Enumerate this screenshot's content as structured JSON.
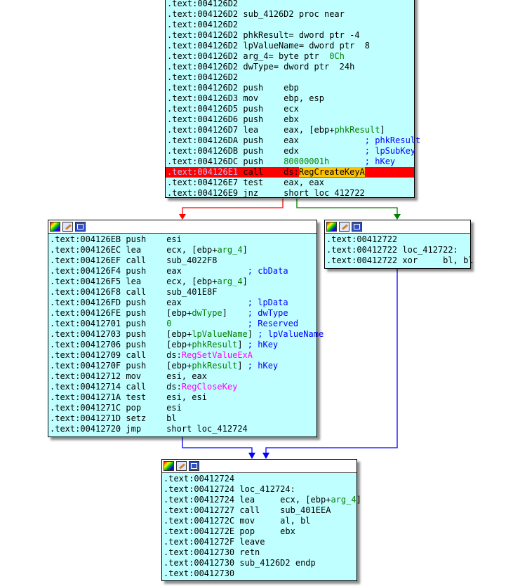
{
  "nodes": {
    "top": {
      "lines": [
        {
          "addr": ".text:004126D2",
          "seg": []
        },
        {
          "addr": ".text:004126D2",
          "seg": [
            {
              "t": " sub_4126D2 proc near",
              "c": ""
            }
          ]
        },
        {
          "addr": ".text:004126D2",
          "seg": []
        },
        {
          "addr": ".text:004126D2",
          "seg": [
            {
              "t": " phkResult= dword ptr -4",
              "c": ""
            }
          ]
        },
        {
          "addr": ".text:004126D2",
          "seg": [
            {
              "t": " lpValueName= dword ptr  8",
              "c": ""
            }
          ]
        },
        {
          "addr": ".text:004126D2",
          "seg": [
            {
              "t": " arg_4= byte ptr  ",
              "c": ""
            },
            {
              "t": "0Ch",
              "c": "green"
            }
          ]
        },
        {
          "addr": ".text:004126D2",
          "seg": [
            {
              "t": " dwType= dword ptr  24h",
              "c": ""
            }
          ]
        },
        {
          "addr": ".text:004126D2",
          "seg": []
        },
        {
          "addr": ".text:004126D2",
          "seg": [
            {
              "t": " push    ebp",
              "c": ""
            }
          ]
        },
        {
          "addr": ".text:004126D3",
          "seg": [
            {
              "t": " mov     ebp, esp",
              "c": ""
            }
          ]
        },
        {
          "addr": ".text:004126D5",
          "seg": [
            {
              "t": " push    ecx",
              "c": ""
            }
          ]
        },
        {
          "addr": ".text:004126D6",
          "seg": [
            {
              "t": " push    ebx",
              "c": ""
            }
          ]
        },
        {
          "addr": ".text:004126D7",
          "seg": [
            {
              "t": " lea     eax, [ebp+",
              "c": ""
            },
            {
              "t": "phkResult",
              "c": "green"
            },
            {
              "t": "]",
              "c": ""
            }
          ]
        },
        {
          "addr": ".text:004126DA",
          "seg": [
            {
              "t": " push    eax             ",
              "c": ""
            },
            {
              "t": "; phkResult",
              "c": "blue"
            }
          ]
        },
        {
          "addr": ".text:004126DB",
          "seg": [
            {
              "t": " push    edx             ",
              "c": ""
            },
            {
              "t": "; lpSubKey",
              "c": "blue"
            }
          ]
        },
        {
          "addr": ".text:004126DC",
          "seg": [
            {
              "t": " push    ",
              "c": ""
            },
            {
              "t": "80000001h",
              "c": "green"
            },
            {
              "t": "       ",
              "c": ""
            },
            {
              "t": "; hKey",
              "c": "blue"
            }
          ]
        },
        {
          "addr": ".text:004126E1",
          "hl": true,
          "seg": [
            {
              "t": " call    ds:",
              "c": ""
            },
            {
              "t": "RegCreateKeyA",
              "c": "hlfunc"
            }
          ]
        },
        {
          "addr": ".text:004126E7",
          "seg": [
            {
              "t": " test    eax, eax",
              "c": ""
            }
          ]
        },
        {
          "addr": ".text:004126E9",
          "seg": [
            {
              "t": " jnz     short loc_412722",
              "c": ""
            }
          ]
        }
      ]
    },
    "left": {
      "lines": [
        {
          "addr": ".text:004126EB",
          "seg": [
            {
              "t": " push    esi",
              "c": ""
            }
          ]
        },
        {
          "addr": ".text:004126EC",
          "seg": [
            {
              "t": " lea     ecx, [ebp+",
              "c": ""
            },
            {
              "t": "arg_4",
              "c": "green"
            },
            {
              "t": "]",
              "c": ""
            }
          ]
        },
        {
          "addr": ".text:004126EF",
          "seg": [
            {
              "t": " call    sub_4022F8",
              "c": ""
            }
          ]
        },
        {
          "addr": ".text:004126F4",
          "seg": [
            {
              "t": " push    eax             ",
              "c": ""
            },
            {
              "t": "; cbData",
              "c": "blue"
            }
          ]
        },
        {
          "addr": ".text:004126F5",
          "seg": [
            {
              "t": " lea     ecx, [ebp+",
              "c": ""
            },
            {
              "t": "arg_4",
              "c": "green"
            },
            {
              "t": "]",
              "c": ""
            }
          ]
        },
        {
          "addr": ".text:004126F8",
          "seg": [
            {
              "t": " call    sub_401E8F",
              "c": ""
            }
          ]
        },
        {
          "addr": ".text:004126FD",
          "seg": [
            {
              "t": " push    eax             ",
              "c": ""
            },
            {
              "t": "; lpData",
              "c": "blue"
            }
          ]
        },
        {
          "addr": ".text:004126FE",
          "seg": [
            {
              "t": " push    [ebp+",
              "c": ""
            },
            {
              "t": "dwType",
              "c": "green"
            },
            {
              "t": "]    ",
              "c": ""
            },
            {
              "t": "; dwType",
              "c": "blue"
            }
          ]
        },
        {
          "addr": ".text:00412701",
          "seg": [
            {
              "t": " push    ",
              "c": ""
            },
            {
              "t": "0",
              "c": "green"
            },
            {
              "t": "               ",
              "c": ""
            },
            {
              "t": "; Reserved",
              "c": "blue"
            }
          ]
        },
        {
          "addr": ".text:00412703",
          "seg": [
            {
              "t": " push    [ebp+",
              "c": ""
            },
            {
              "t": "lpValueName",
              "c": "green"
            },
            {
              "t": "] ",
              "c": ""
            },
            {
              "t": "; lpValueName",
              "c": "blue"
            }
          ]
        },
        {
          "addr": ".text:00412706",
          "seg": [
            {
              "t": " push    [ebp+",
              "c": ""
            },
            {
              "t": "phkResult",
              "c": "green"
            },
            {
              "t": "] ",
              "c": ""
            },
            {
              "t": "; hKey",
              "c": "blue"
            }
          ]
        },
        {
          "addr": ".text:00412709",
          "seg": [
            {
              "t": " call    ds:",
              "c": ""
            },
            {
              "t": "RegSetValueExA",
              "c": "pink"
            }
          ]
        },
        {
          "addr": ".text:0041270F",
          "seg": [
            {
              "t": " push    [ebp+",
              "c": ""
            },
            {
              "t": "phkResult",
              "c": "green"
            },
            {
              "t": "] ",
              "c": ""
            },
            {
              "t": "; hKey",
              "c": "blue"
            }
          ]
        },
        {
          "addr": ".text:00412712",
          "seg": [
            {
              "t": " mov     esi, eax",
              "c": ""
            }
          ]
        },
        {
          "addr": ".text:00412714",
          "seg": [
            {
              "t": " call    ds:",
              "c": ""
            },
            {
              "t": "RegCloseKey",
              "c": "pink"
            }
          ]
        },
        {
          "addr": ".text:0041271A",
          "seg": [
            {
              "t": " test    esi, esi",
              "c": ""
            }
          ]
        },
        {
          "addr": ".text:0041271C",
          "seg": [
            {
              "t": " pop     esi",
              "c": ""
            }
          ]
        },
        {
          "addr": ".text:0041271D",
          "seg": [
            {
              "t": " setz    bl",
              "c": ""
            }
          ]
        },
        {
          "addr": ".text:00412720",
          "seg": [
            {
              "t": " jmp     short loc_412724",
              "c": ""
            }
          ]
        }
      ]
    },
    "right": {
      "lines": [
        {
          "addr": ".text:00412722",
          "seg": []
        },
        {
          "addr": ".text:00412722",
          "seg": [
            {
              "t": " loc_412722:",
              "c": ""
            }
          ]
        },
        {
          "addr": ".text:00412722",
          "seg": [
            {
              "t": " xor     bl, bl",
              "c": ""
            }
          ]
        }
      ]
    },
    "bottom": {
      "lines": [
        {
          "addr": ".text:00412724",
          "seg": []
        },
        {
          "addr": ".text:00412724",
          "seg": [
            {
              "t": " loc_412724:",
              "c": ""
            }
          ]
        },
        {
          "addr": ".text:00412724",
          "seg": [
            {
              "t": " lea     ecx, [ebp+",
              "c": ""
            },
            {
              "t": "arg_4",
              "c": "green"
            },
            {
              "t": "]",
              "c": ""
            }
          ]
        },
        {
          "addr": ".text:00412727",
          "seg": [
            {
              "t": " call    sub_401EEA",
              "c": ""
            }
          ]
        },
        {
          "addr": ".text:0041272C",
          "seg": [
            {
              "t": " mov     al, bl",
              "c": ""
            }
          ]
        },
        {
          "addr": ".text:0041272E",
          "seg": [
            {
              "t": " pop     ebx",
              "c": ""
            }
          ]
        },
        {
          "addr": ".text:0041272F",
          "seg": [
            {
              "t": " leave",
              "c": ""
            }
          ]
        },
        {
          "addr": ".text:00412730",
          "seg": [
            {
              "t": " retn",
              "c": ""
            }
          ]
        },
        {
          "addr": ".text:00412730",
          "seg": [
            {
              "t": " sub_4126D2 endp",
              "c": ""
            }
          ]
        },
        {
          "addr": ".text:00412730",
          "seg": []
        }
      ]
    }
  },
  "colors": {
    "node_bg": "#c0ffff",
    "edge_false": "#ff0000",
    "edge_true": "#008000",
    "edge_normal": "#0000ff",
    "highlight": "#ff0000",
    "highlight_func": "#ffc000"
  }
}
